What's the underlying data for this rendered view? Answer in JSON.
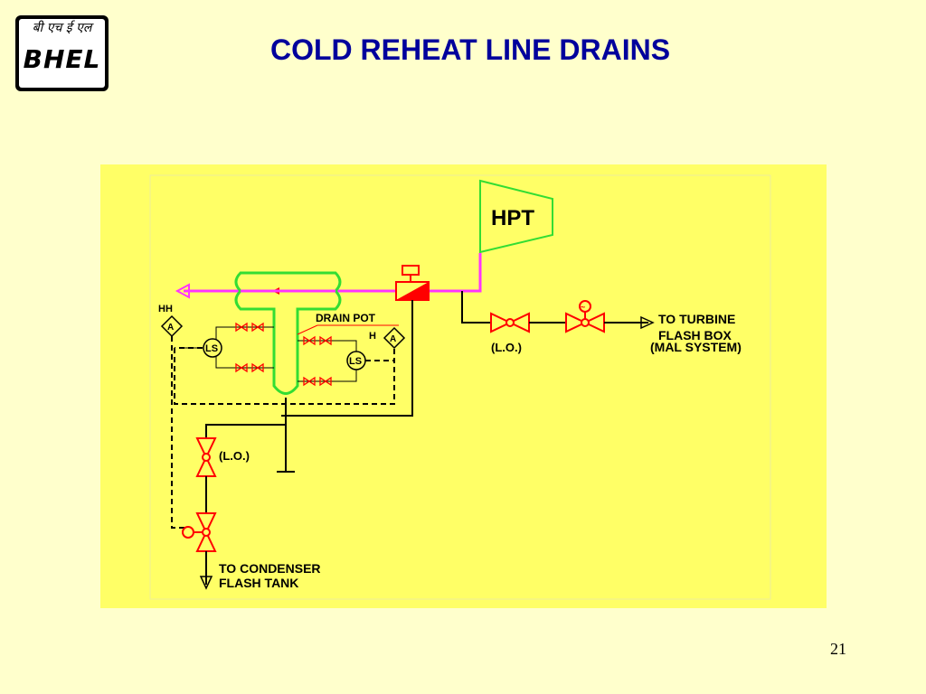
{
  "logo": {
    "hindi_text": "बी एच ई एल",
    "brand_text": "BHEL"
  },
  "slide": {
    "title": "COLD REHEAT LINE DRAINS",
    "page_number": "21"
  },
  "diagram": {
    "hpt_label": "HPT",
    "drain_pot_label": "DRAIN POT",
    "hh_label": "HH",
    "h_label": "H",
    "alarm_letter": "A",
    "level_switch_label": "LS",
    "lo_label_right": "(L.O.)",
    "lo_label_left": "(L.O.)",
    "turbine_dest_line1": "TO TURBINE",
    "turbine_dest_line2": "FLASH BOX",
    "turbine_dest_line3": "(MAL SYSTEM)",
    "condenser_dest_line1": "TO CONDENSER",
    "condenser_dest_line2": "FLASH TANK",
    "motor_symbol": "~",
    "colors": {
      "hpt_outline": "#33DD33",
      "pot_fill": "#99FF66",
      "pot_outline": "#00CC00",
      "steam_line": "#FF33FF",
      "valve": "#FF0000",
      "process_line": "#000000"
    }
  }
}
